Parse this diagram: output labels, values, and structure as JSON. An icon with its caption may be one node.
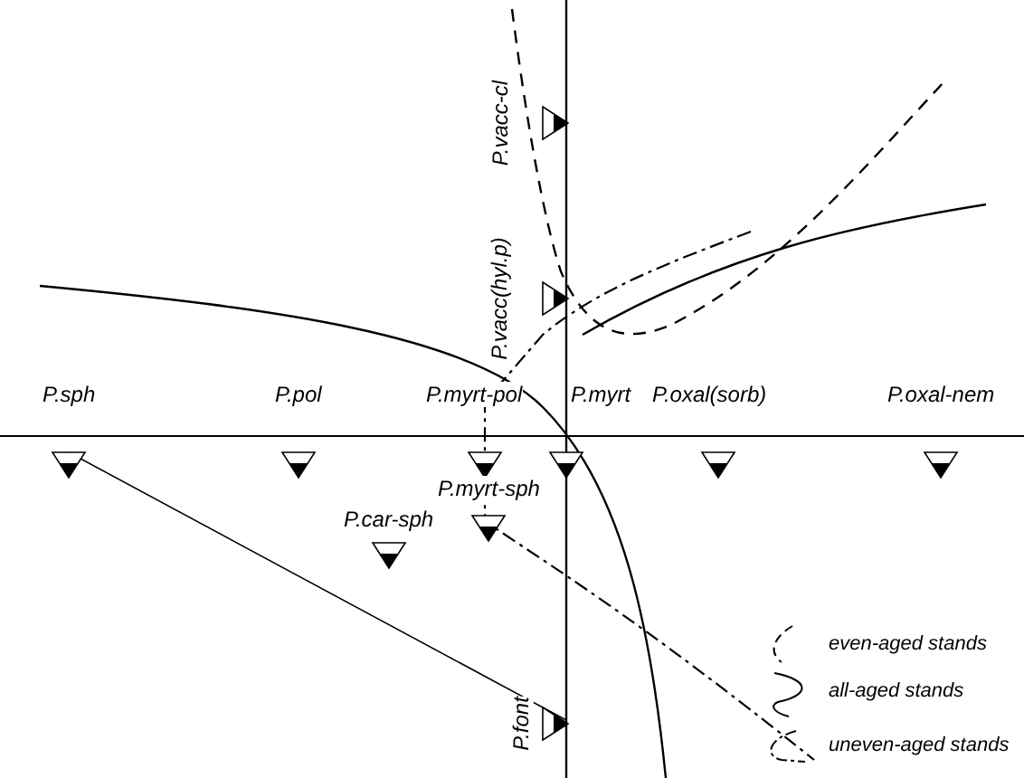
{
  "diagram": {
    "labels": [
      "P.vacc-cl",
      "P.vacc(hyl.p)",
      "P.sph",
      "P.pol",
      "P.myrt-pol",
      "P.myrt",
      "P.oxal(sorb)",
      "P.oxal-nem",
      "P.myrt-sph",
      "P.car-sph",
      "P.font"
    ],
    "legend": [
      {
        "text": "even-aged stands"
      },
      {
        "text": "all-aged stands"
      },
      {
        "text": "uneven-aged stands"
      }
    ]
  }
}
